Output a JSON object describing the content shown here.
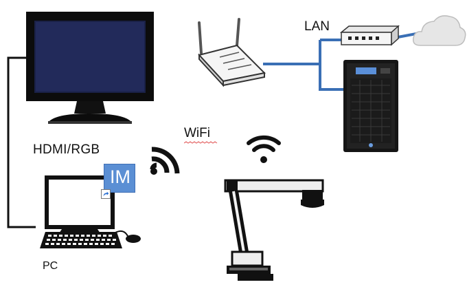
{
  "labels": {
    "lan": "LAN",
    "wifi": "WiFi",
    "hdmi_rgb": "HDMI/RGB",
    "pc": "PC",
    "im_badge": "IM"
  },
  "icons": [
    "monitor-icon",
    "wireless-router-icon",
    "network-switch-icon",
    "cloud-icon",
    "server-icon",
    "wifi-signal-icon",
    "pc-icon",
    "keyboard-icon",
    "mouse-icon",
    "document-camera-icon",
    "shortcut-arrow-icon"
  ],
  "colors": {
    "lan_cable": "#3a6fb5",
    "hdmi_cable": "#111111",
    "im_badge": "#5b8fd4",
    "wifi_underline": "#e05050"
  }
}
